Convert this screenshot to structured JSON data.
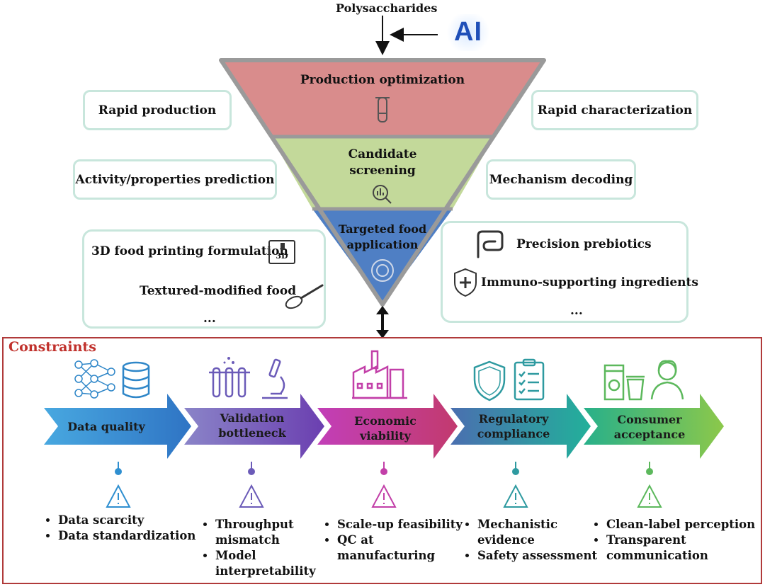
{
  "top": {
    "input_label": "Polysaccharides",
    "ai_label": "AI"
  },
  "funnel": {
    "levels": [
      {
        "label": "Production optimization",
        "color": "#d98c8c"
      },
      {
        "label_line1": "Candidate",
        "label_line2": "screening",
        "color": "#c3d99a"
      },
      {
        "label_line1": "Targeted food",
        "label_line2": "application",
        "color": "#4f7fc4"
      }
    ]
  },
  "side_boxes": {
    "rapid_production": "Rapid production",
    "rapid_characterization": "Rapid characterization",
    "activity_prediction": "Activity/properties prediction",
    "mechanism_decoding": "Mechanism decoding"
  },
  "left_applications": {
    "item1": "3D food printing formulation",
    "item1_icon_text": "3D",
    "item2": "Textured-modified food",
    "more": "..."
  },
  "right_applications": {
    "item1": "Precision prebiotics",
    "item2": "Immuno-supporting ingredients",
    "more": "..."
  },
  "constraints": {
    "title": "Constraints",
    "title_color": "#c0302b",
    "stages": [
      {
        "line1": "Data quality",
        "line2": "",
        "color": "#3a8fd8",
        "bullets": [
          "Data scarcity",
          "Data standardization"
        ]
      },
      {
        "line1": "Validation",
        "line2": "bottleneck",
        "color": "#6b5bb8",
        "bullets": [
          "Throughput mismatch",
          "Model interpretability"
        ]
      },
      {
        "line1": "Economic",
        "line2": "viability",
        "color": "#c23fa8",
        "bullets": [
          "Scale-up feasibility",
          "QC at manufacturing"
        ]
      },
      {
        "line1": "Regulatory",
        "line2": "compliance",
        "color": "#2e9aa0",
        "bullets": [
          "Mechanistic evidence",
          "Safety assessment"
        ]
      },
      {
        "line1": "Consumer",
        "line2": "acceptance",
        "color": "#5cb85c",
        "bullets": [
          "Clean-label perception",
          "Transparent communication"
        ]
      }
    ]
  }
}
